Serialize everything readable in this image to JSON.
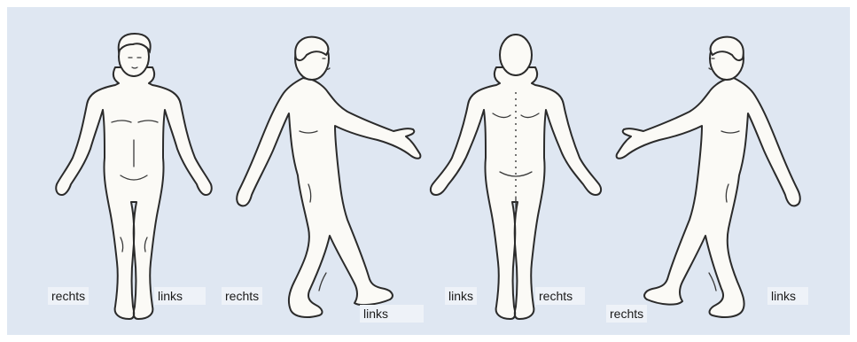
{
  "labels": {
    "front": {
      "right": "rechts",
      "left": "links"
    },
    "side_right": {
      "right": "rechts",
      "left": "links"
    },
    "back": {
      "left": "links",
      "right": "rechts"
    },
    "side_left": {
      "right": "rechts",
      "left": "links"
    }
  },
  "colors": {
    "background": "#dfe7f2",
    "figure_fill": "#fbfaf6",
    "outline": "#2b2b2b"
  }
}
